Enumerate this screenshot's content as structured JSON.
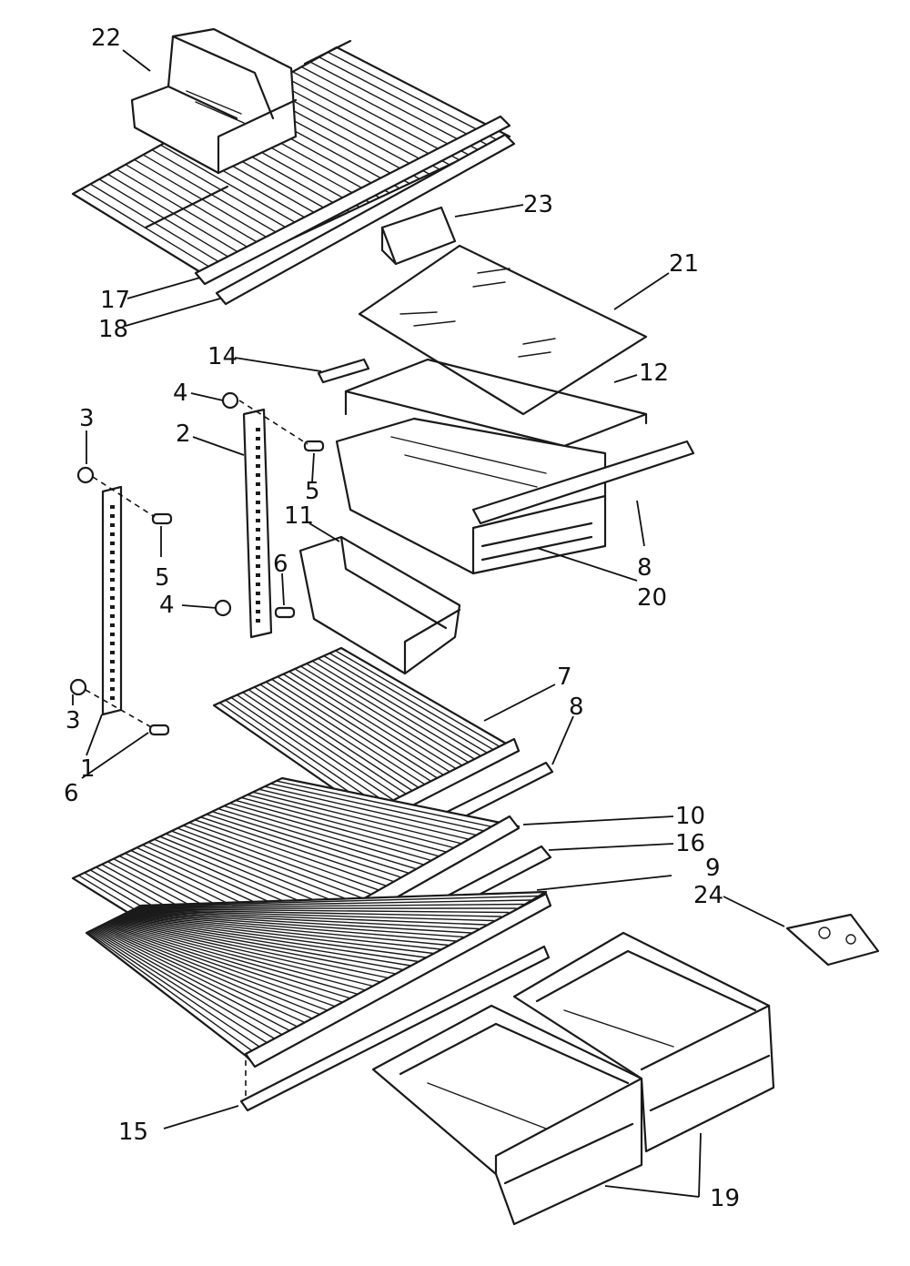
{
  "diagram": {
    "callouts": [
      {
        "id": "c22",
        "text": "22"
      },
      {
        "id": "c23",
        "text": "23"
      },
      {
        "id": "c21",
        "text": "21"
      },
      {
        "id": "c17",
        "text": "17"
      },
      {
        "id": "c18",
        "text": "18"
      },
      {
        "id": "c14",
        "text": "14"
      },
      {
        "id": "c12",
        "text": "12"
      },
      {
        "id": "c4a",
        "text": "4"
      },
      {
        "id": "c3a",
        "text": "3"
      },
      {
        "id": "c2",
        "text": "2"
      },
      {
        "id": "c5a",
        "text": "5"
      },
      {
        "id": "c5b",
        "text": "5"
      },
      {
        "id": "c11",
        "text": "11"
      },
      {
        "id": "c8a",
        "text": "8"
      },
      {
        "id": "c20",
        "text": "20"
      },
      {
        "id": "c6a",
        "text": "6"
      },
      {
        "id": "c4b",
        "text": "4"
      },
      {
        "id": "c7",
        "text": "7"
      },
      {
        "id": "c8b",
        "text": "8"
      },
      {
        "id": "c3b",
        "text": "3"
      },
      {
        "id": "c1",
        "text": "1"
      },
      {
        "id": "c6b",
        "text": "6"
      },
      {
        "id": "c10",
        "text": "10"
      },
      {
        "id": "c16",
        "text": "16"
      },
      {
        "id": "c9",
        "text": "9"
      },
      {
        "id": "c24",
        "text": "24"
      },
      {
        "id": "c15",
        "text": "15"
      },
      {
        "id": "c19",
        "text": "19"
      }
    ]
  }
}
